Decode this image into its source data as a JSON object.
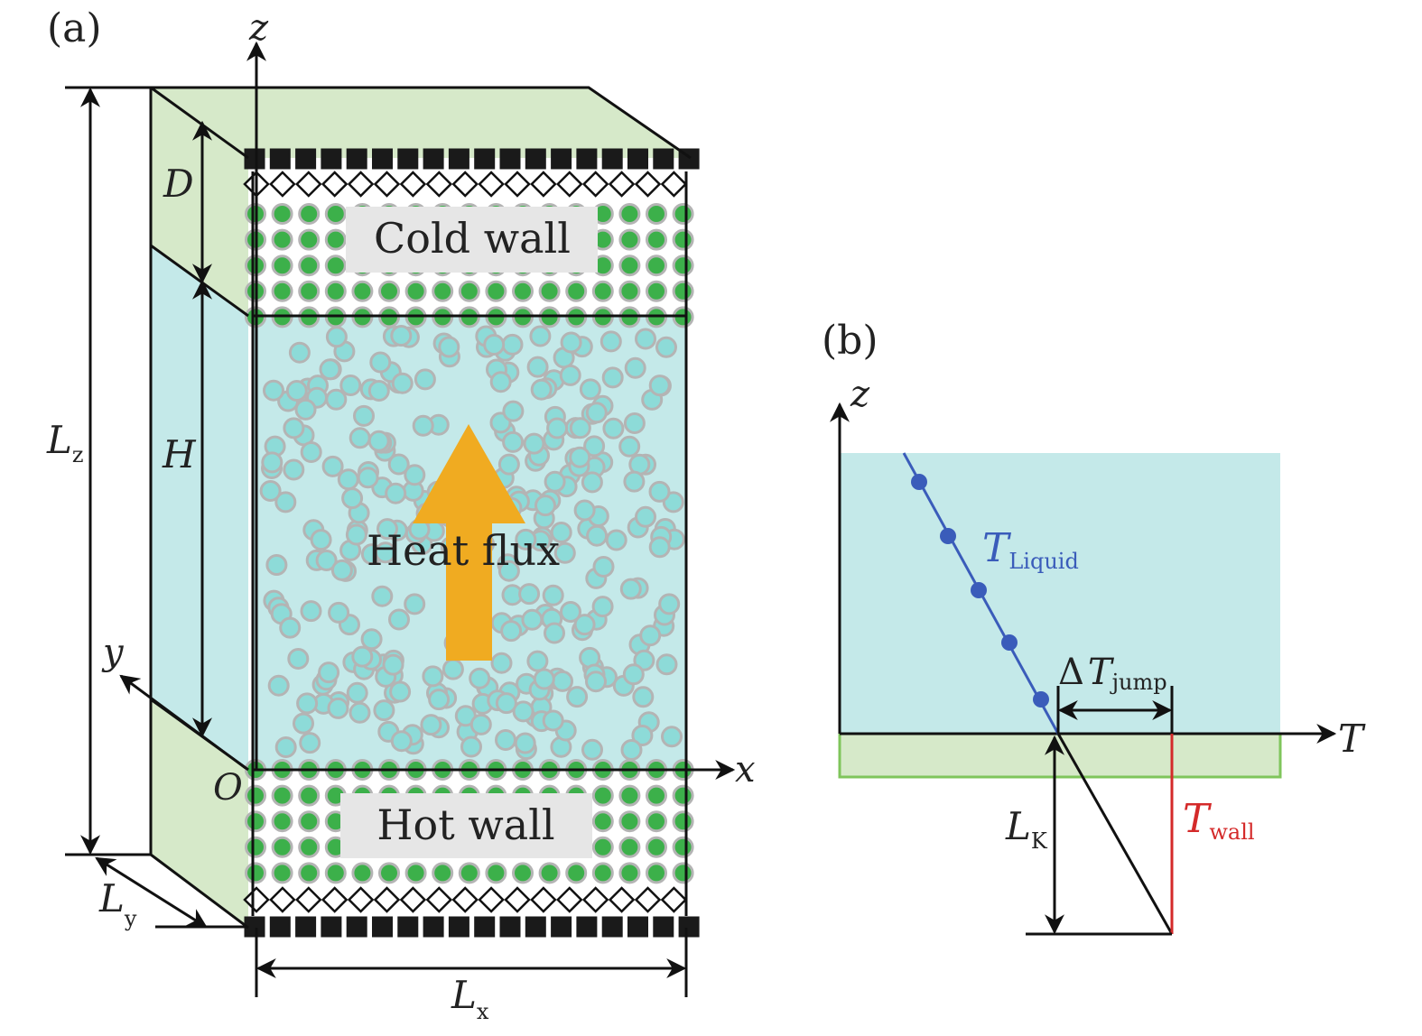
{
  "panel_a": {
    "label": "(a)",
    "axis_z": "z",
    "axis_x": "x",
    "axis_y": "y",
    "origin": "O",
    "dim_lz_main": "L",
    "dim_lz_sub": "z",
    "dim_ly_main": "L",
    "dim_ly_sub": "y",
    "dim_lx_main": "L",
    "dim_lx_sub": "x",
    "dim_h": "H",
    "dim_d": "D",
    "cold_wall": "Cold wall",
    "hot_wall": "Hot wall",
    "heat_flux": "Heat flux",
    "colors": {
      "wall_face": "#d6e9c9",
      "liquid_face": "#c4e9e9",
      "wall_atom": "#3cb04a",
      "liquid_atom": "#8ddbd8",
      "atom_edge": "#b4b4b4",
      "arrow": "#f0ab21"
    }
  },
  "panel_b": {
    "label": "(b)",
    "axis_z": "z",
    "axis_t": "T",
    "t_liquid_main": "T",
    "t_liquid_sub": "Liquid",
    "dt_jump_delta": "Δ",
    "dt_jump_main": "T",
    "dt_jump_sub": "jump",
    "t_wall_main": "T",
    "t_wall_sub": "wall",
    "lk_main": "L",
    "lk_sub": "K",
    "colors": {
      "liquid_region": "#c4e9e9",
      "wall_region": "#d6e9c9",
      "wall_border": "#7fc55b",
      "liquid_line": "#3a5cba",
      "wall_line": "#d42a2a"
    }
  }
}
